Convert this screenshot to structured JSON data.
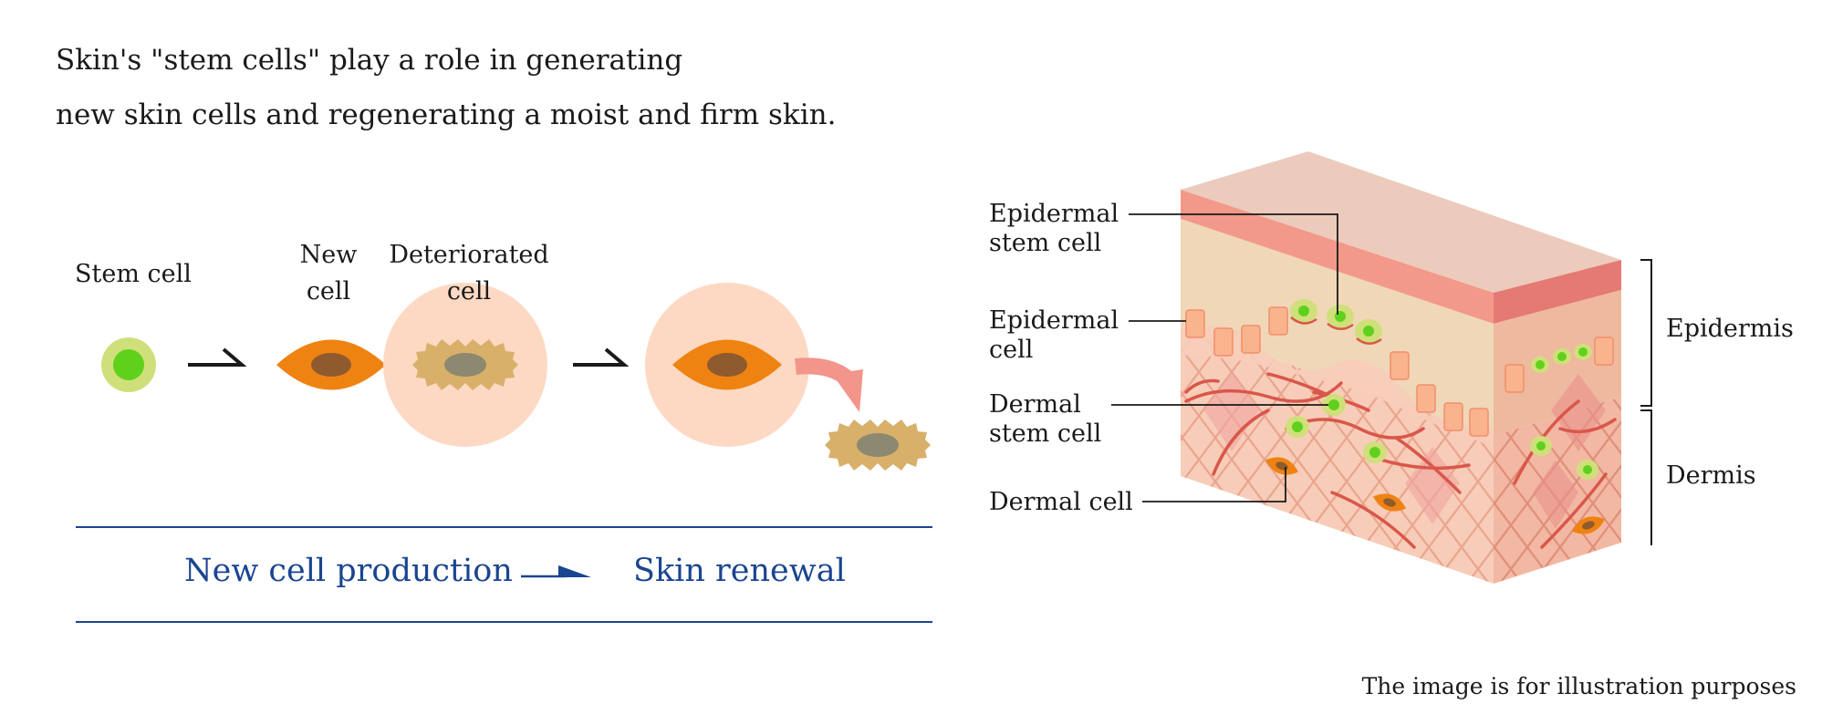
{
  "headline": {
    "line1": "Skin's \"stem cells\" play a role in generating",
    "line2": "new skin cells and regenerating a moist and firm skin."
  },
  "process": {
    "stem_cell": "Stem cell",
    "new_cell_line1": "New",
    "new_cell_line2": "cell",
    "deteriorated_line1": "Deteriorated",
    "deteriorated_line2": "cell"
  },
  "banner": {
    "left": "New cell production",
    "right": "Skin renewal"
  },
  "skin": {
    "epidermal_stem_cell_line1": "Epidermal",
    "epidermal_stem_cell_line2": "stem cell",
    "epidermal_cell_line1": "Epidermal",
    "epidermal_cell_line2": "cell",
    "dermal_stem_cell_line1": "Dermal",
    "dermal_stem_cell_line2": "stem cell",
    "dermal_cell": "Dermal cell",
    "epidermis": "Epidermis",
    "dermis": "Dermis"
  },
  "note": "The image is for illustration purposes",
  "colors": {
    "blue": "#1a4590",
    "stem_green": "#5fd11c",
    "stem_ring": "#cfe07a",
    "new_cell_orange": "#ef8312",
    "deteriorated_tan": "#d8b06a",
    "halo_peach": "#fdd9c4"
  }
}
